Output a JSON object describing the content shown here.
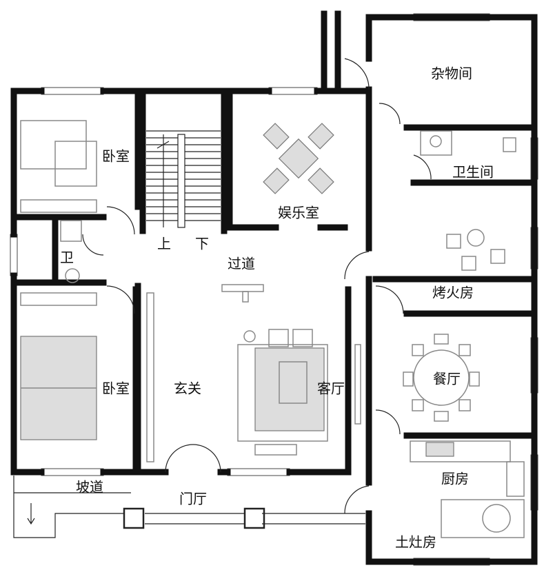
{
  "rooms": [
    {
      "id": "storage",
      "label": "杂物间"
    },
    {
      "id": "bathroom",
      "label": "卫生间"
    },
    {
      "id": "bedroom-north",
      "label": "卧室"
    },
    {
      "id": "toilet",
      "label": "卫"
    },
    {
      "id": "stairs-up",
      "label": "上"
    },
    {
      "id": "stairs-down",
      "label": "下"
    },
    {
      "id": "entertainment",
      "label": "娱乐室"
    },
    {
      "id": "corridor",
      "label": "过道"
    },
    {
      "id": "heating-room",
      "label": "烤火房"
    },
    {
      "id": "bedroom-south",
      "label": "卧室"
    },
    {
      "id": "foyer",
      "label": "玄关"
    },
    {
      "id": "living-room",
      "label": "客厅"
    },
    {
      "id": "dining-room",
      "label": "餐厅"
    },
    {
      "id": "kitchen",
      "label": "厨房"
    },
    {
      "id": "ramp",
      "label": "坡道"
    },
    {
      "id": "entrance-hall",
      "label": "门厅"
    },
    {
      "id": "stove-room",
      "label": "土灶房"
    }
  ]
}
